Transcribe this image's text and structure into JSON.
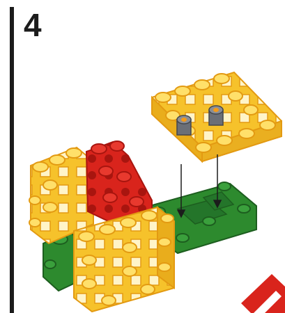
{
  "step": {
    "number": "4"
  },
  "colors": {
    "yellow": "#f6c22b",
    "yellow_dark": "#e39a12",
    "yellow_light": "#ffe06a",
    "red": "#d9241c",
    "red_dark": "#a8150f",
    "green": "#2d8a2e",
    "green_dark": "#1d5e1f",
    "gray": "#6b6f77",
    "bar": "#1c1c1c"
  },
  "illustration": {
    "parts": [
      "yellow-plate",
      "gray-connector",
      "red-cube",
      "green-base",
      "yellow-cube"
    ],
    "arrows": 2
  }
}
